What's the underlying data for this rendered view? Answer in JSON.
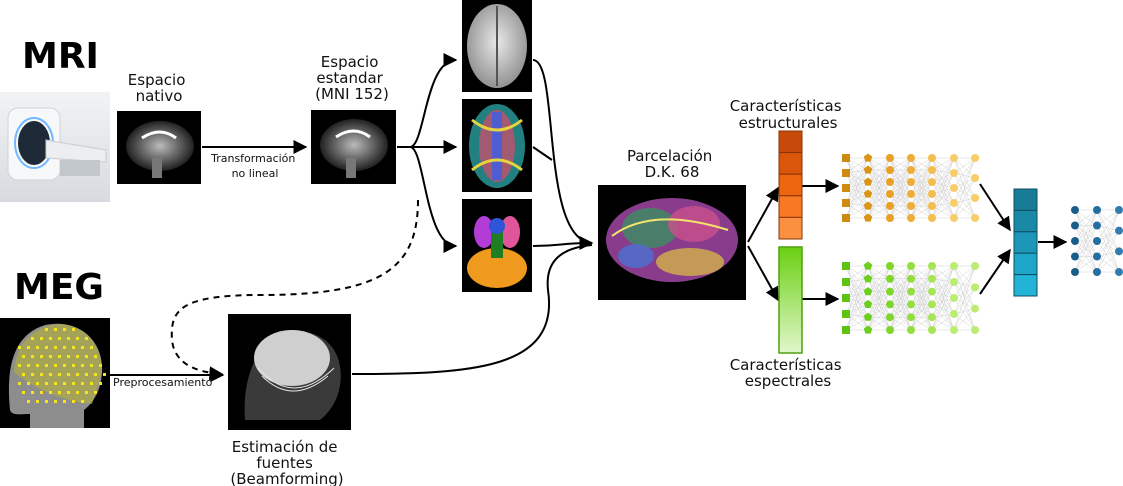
{
  "modalities": {
    "mri": "MRI",
    "meg": "MEG"
  },
  "labels": {
    "native_space": [
      "Espacio",
      "nativo"
    ],
    "standard_space": [
      "Espacio",
      "estandar",
      "(MNI 152)"
    ],
    "transform": [
      "Transformación",
      "no lineal"
    ],
    "preprocessing": "Preprocesamiento",
    "source_estimation": [
      "Estimación de",
      "fuentes",
      "(Beamforming)"
    ],
    "parcellation": [
      "Parcelación",
      "D.K. 68"
    ],
    "structural_features": [
      "Características",
      "estructurales"
    ],
    "spectral_features": [
      "Características",
      "espectrales"
    ]
  },
  "colors": {
    "structural": [
      "#c84a0a",
      "#d9560b",
      "#ee6510",
      "#f77a22",
      "#fb9040"
    ],
    "spectral_top": "#6ad012",
    "spectral_bottom": "#e2f7cc",
    "net_struct": [
      "#cf8a12",
      "#dc9418",
      "#e8a025",
      "#f0ad35",
      "#f5bd4c",
      "#f8cc66"
    ],
    "net_spec": [
      "#5fc316",
      "#6cce1d",
      "#7fd62b",
      "#94dd3f",
      "#a8e556",
      "#bcec70"
    ],
    "fusion": [
      "#187c96",
      "#1a89a6",
      "#1c97b7",
      "#1ea6c8",
      "#22b3d6"
    ],
    "output_net": [
      "#1b5d8a",
      "#256ea0",
      "#2f7eb2"
    ]
  }
}
